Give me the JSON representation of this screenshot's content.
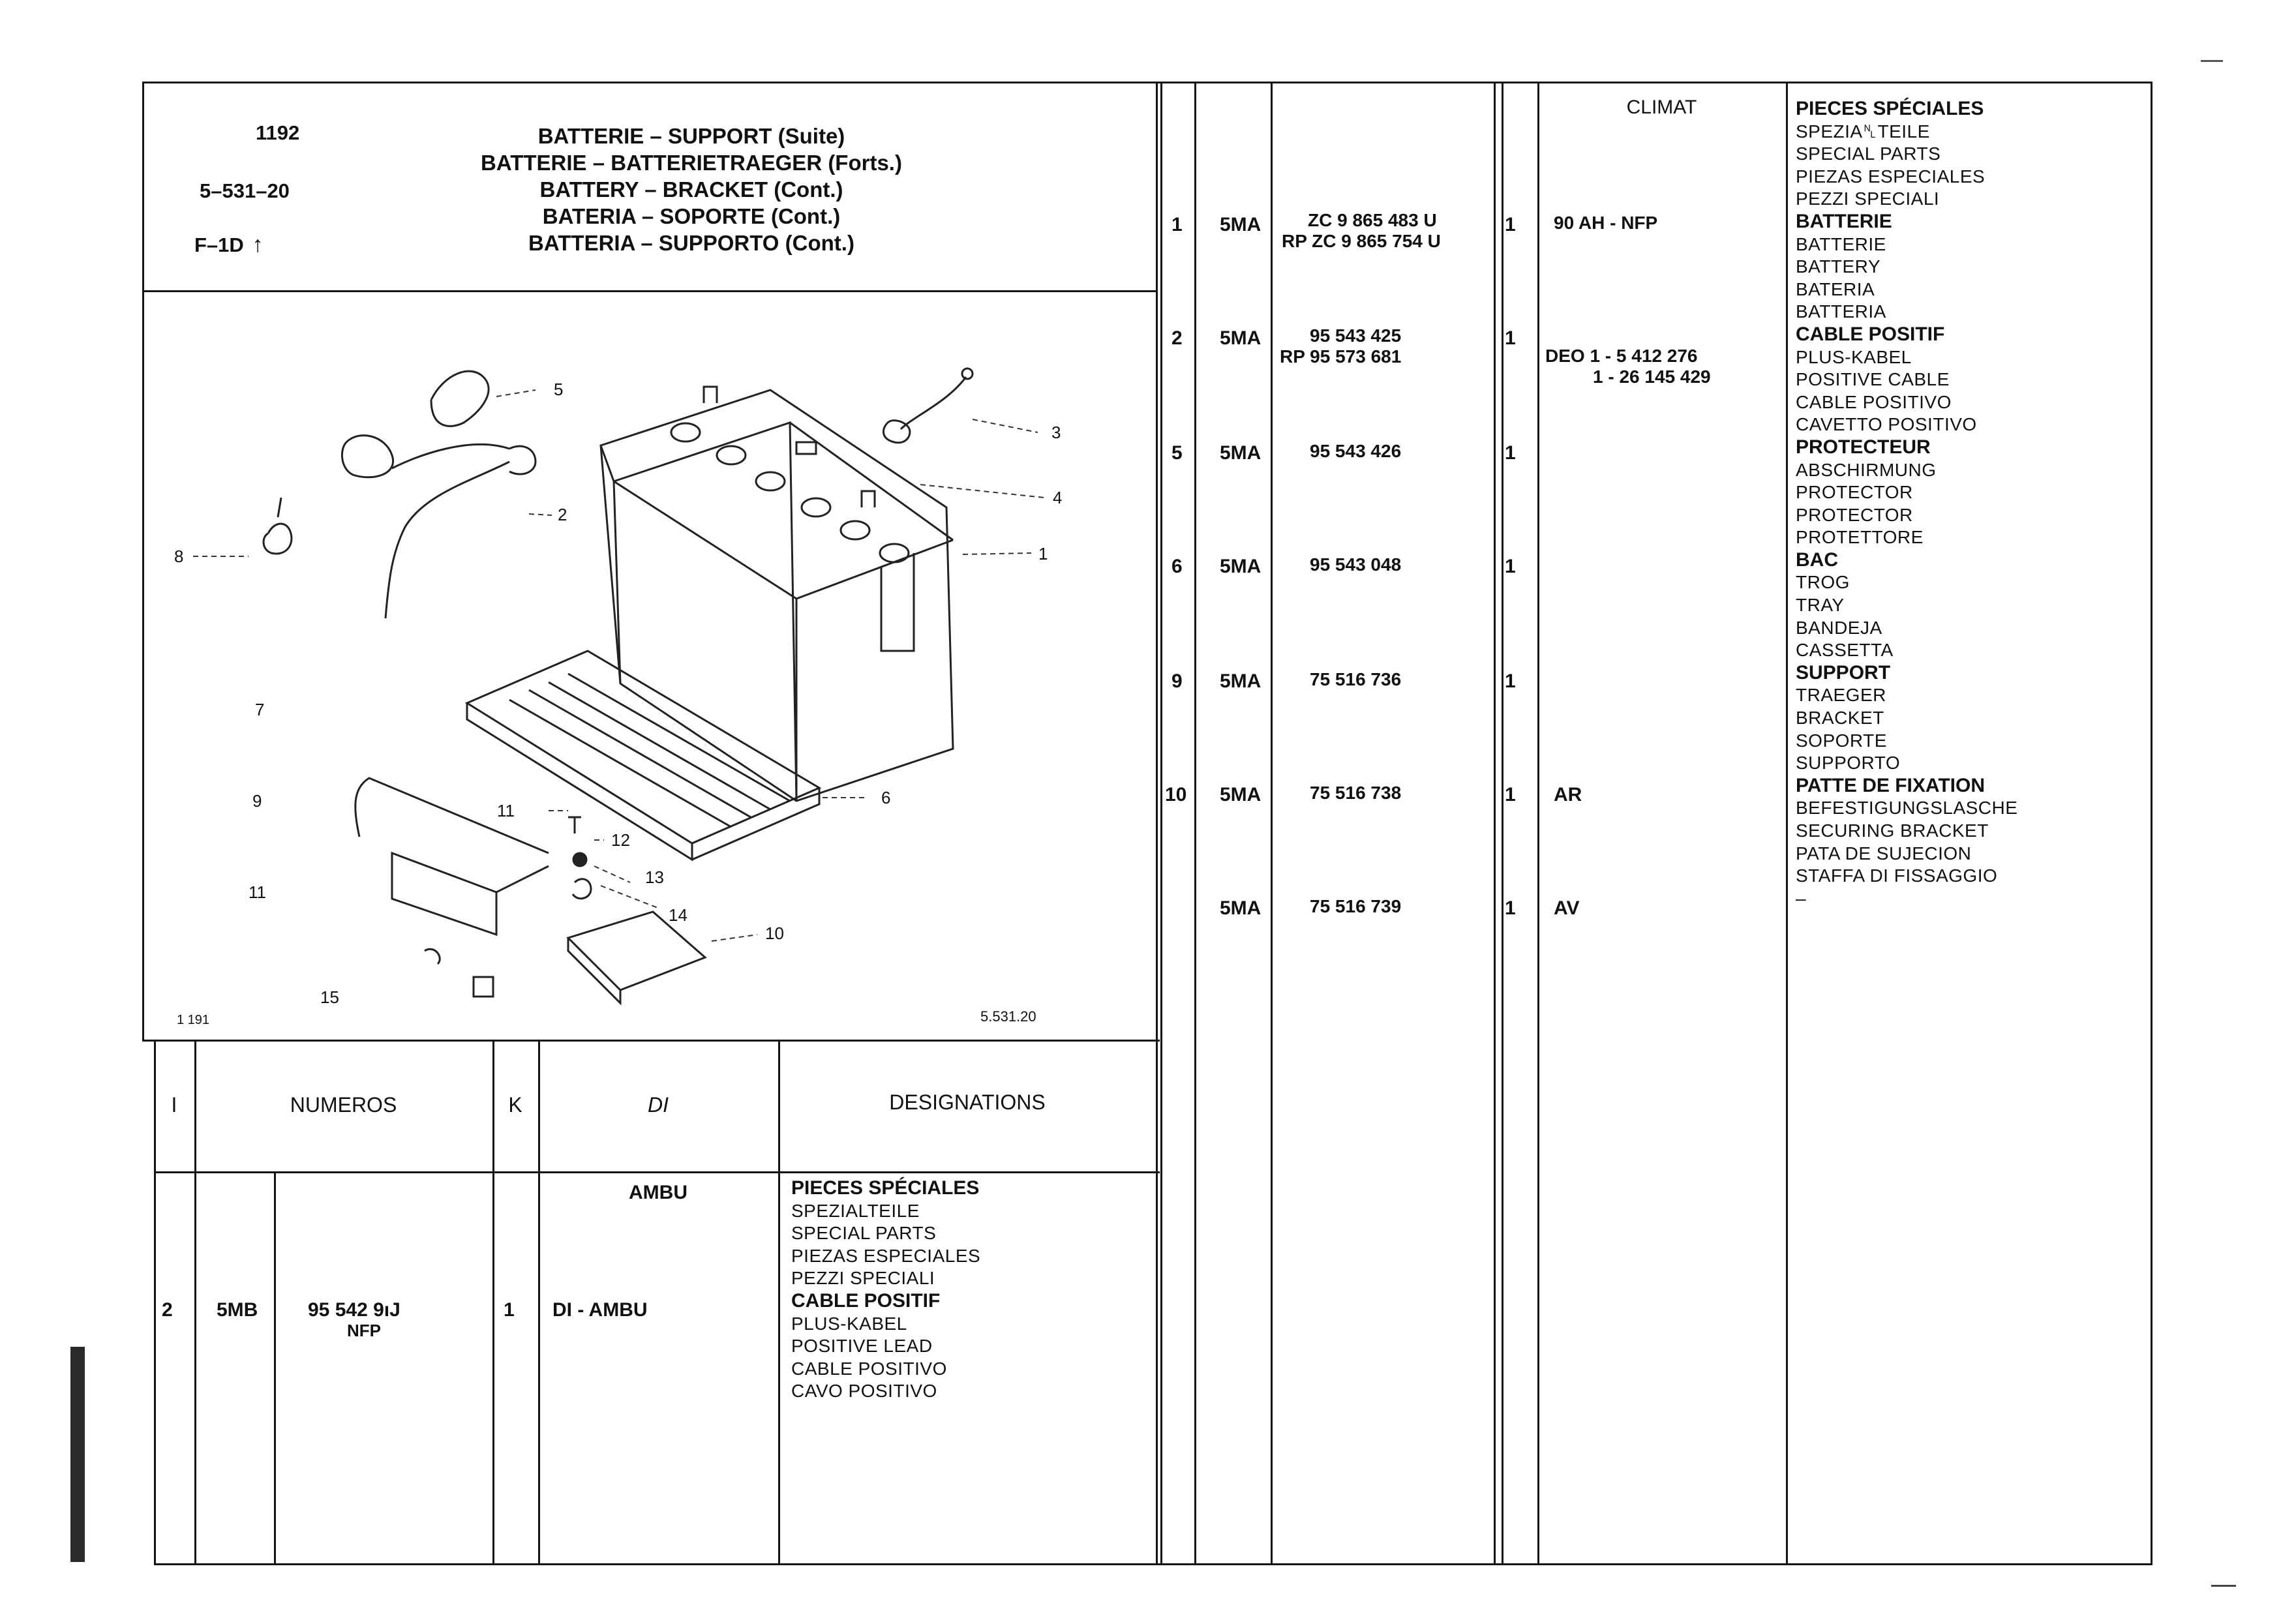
{
  "header": {
    "model": "1192",
    "section": "5–531–20",
    "fig": "F–1D",
    "titles": [
      "BATTERIE – SUPPORT (Suite)",
      "BATTERIE – BATTERIETRAEGER (Forts.)",
      "BATTERY – BRACKET (Cont.)",
      "BATERIA – SOPORTE (Cont.)",
      "BATTERIA – SUPPORTO (Cont.)"
    ]
  },
  "figure": {
    "ref_left": "1 191",
    "ref_right": "5.531.20",
    "callouts": [
      "5",
      "3",
      "2",
      "4",
      "8",
      "1",
      "7",
      "9",
      "11",
      "12",
      "13",
      "11",
      "14",
      "10",
      "15",
      "6"
    ]
  },
  "left_table": {
    "headers": {
      "index": "I",
      "numeros": "NUMEROS",
      "k": "K",
      "di": "DI",
      "designations": "DESIGNATIONS"
    },
    "group": "AMBU",
    "row": {
      "index": "2",
      "code": "5MB",
      "part": "95 542 9ıJ",
      "part_sub": "NFP",
      "qty": "1",
      "di": "DI - AMBU"
    },
    "designation": {
      "title1": "PIECES SPÉCIALES",
      "lines1": [
        "SPEZIALTEILE",
        "SPECIAL PARTS",
        "PIEZAS ESPECIALES",
        "PEZZI SPECIALI"
      ],
      "title2": "CABLE POSITIF",
      "lines2": [
        "PLUS-KABEL",
        "POSITIVE LEAD",
        "CABLE POSITIVO",
        "CAVO POSITIVO"
      ]
    }
  },
  "right_table": {
    "group": "CLIMAT",
    "rows": [
      {
        "index": "1",
        "code": "5MA",
        "part": "ZC 9  865  483 U",
        "part2": "RP ZC 9  865 754 U",
        "qty": "1",
        "di": "90 AH - NFP",
        "di2": ""
      },
      {
        "index": "2",
        "code": "5MA",
        "part": "95  543  425",
        "part2": "RP 95  573  681",
        "qty": "1",
        "di": "DEO 1 - 5 412 276",
        "di2": "1 - 26 145 429"
      },
      {
        "index": "5",
        "code": "5MA",
        "part": "95  543  426",
        "part2": "",
        "qty": "1",
        "di": "",
        "di2": ""
      },
      {
        "index": "6",
        "code": "5MA",
        "part": "95  543  048",
        "part2": "",
        "qty": "1",
        "di": "",
        "di2": ""
      },
      {
        "index": "9",
        "code": "5MA",
        "part": "75  516  736",
        "part2": "",
        "qty": "1",
        "di": "",
        "di2": ""
      },
      {
        "index": "10",
        "code": "5MA",
        "part": "75  516  738",
        "part2": "",
        "qty": "1",
        "di": "AR",
        "di2": ""
      },
      {
        "index": "",
        "code": "5MA",
        "part": "75  516  739",
        "part2": "",
        "qty": "1",
        "di": "AV",
        "di2": ""
      }
    ],
    "designations": [
      {
        "title": "PIECES SPÉCIALES",
        "lines": [
          "SPEZIA␤TEILE",
          "SPECIAL PARTS",
          "PIEZAS ESPECIALES",
          "PEZZI SPECIALI"
        ]
      },
      {
        "title": "BATTERIE",
        "lines": [
          "BATTERIE",
          "BATTERY",
          "BATERIA",
          "BATTERIA"
        ]
      },
      {
        "title": "CABLE POSITIF",
        "lines": [
          "PLUS-KABEL",
          "POSITIVE CABLE",
          "CABLE POSITIVO",
          "CAVETTO POSITIVO"
        ]
      },
      {
        "title": "PROTECTEUR",
        "lines": [
          "ABSCHIRMUNG",
          "PROTECTOR",
          "PROTECTOR",
          "PROTETTORE"
        ]
      },
      {
        "title": "BAC",
        "lines": [
          "TROG",
          "TRAY",
          "BANDEJA",
          "CASSETTA"
        ]
      },
      {
        "title": "SUPPORT",
        "lines": [
          "TRAEGER",
          "BRACKET",
          "SOPORTE",
          "SUPPORTO"
        ]
      },
      {
        "title": "PATTE DE FIXATION",
        "lines": [
          "BEFESTIGUNGSLASCHE",
          "SECURING BRACKET",
          "PATA DE SUJECION",
          "STAFFA DI FISSAGGIO",
          "–"
        ]
      }
    ]
  }
}
